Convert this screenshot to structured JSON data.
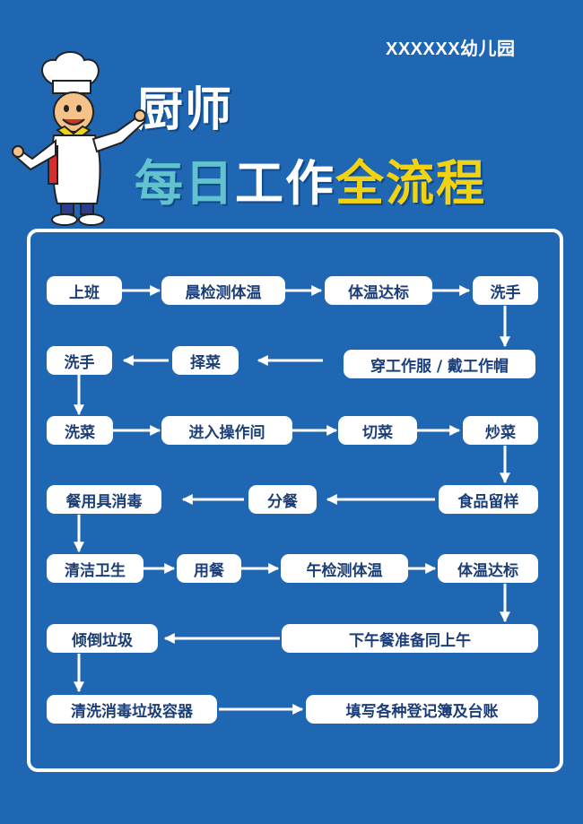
{
  "header": {
    "school_name": "XXXXXX幼儿园",
    "title_line1": "厨师",
    "title_line2_part1": "每日",
    "title_line2_part2": "工作",
    "title_line2_part3": "全流程"
  },
  "colors": {
    "background": "#1f66b3",
    "node_fill": "#ffffff",
    "node_text": "#1b3e78",
    "title_cyan": "#62c3cf",
    "title_yellow": "#f2d314"
  },
  "flow": {
    "row1": [
      "上班",
      "晨检测体温",
      "体温达标",
      "洗手"
    ],
    "row2": [
      "洗手",
      "择菜",
      "穿工作服 / 戴工作帽"
    ],
    "row3": [
      "洗菜",
      "进入操作间",
      "切菜",
      "炒菜"
    ],
    "row4": [
      "餐用具消毒",
      "分餐",
      "食品留样"
    ],
    "row5": [
      "清洁卫生",
      "用餐",
      "午检测体温",
      "体温达标"
    ],
    "row6": [
      "倾倒垃圾",
      "下午餐准备同上午"
    ],
    "row7": [
      "清洗消毒垃圾容器",
      "填写各种登记簿及台账"
    ]
  }
}
